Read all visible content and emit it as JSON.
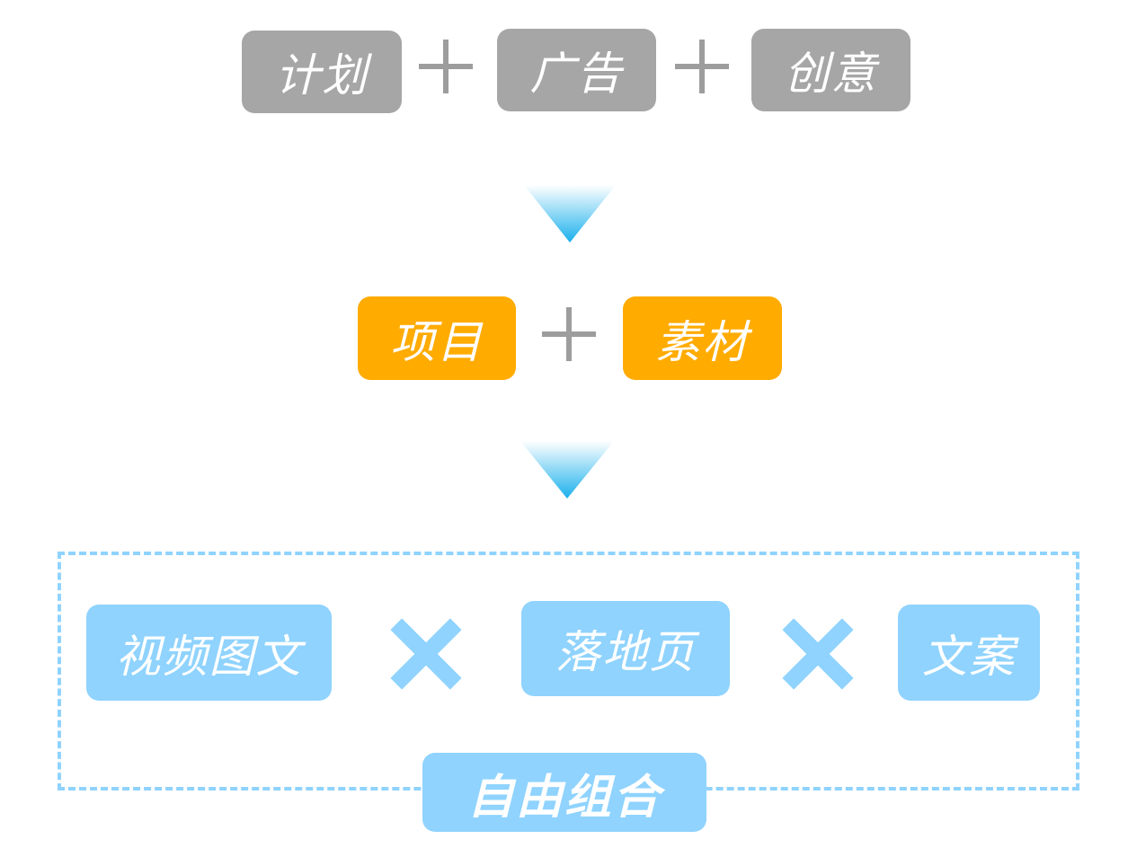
{
  "row1": {
    "plan": "计划",
    "ad": "广告",
    "creative": "创意"
  },
  "row2": {
    "project": "项目",
    "material": "素材"
  },
  "row3": {
    "video_image_text": "视频图文",
    "landing_page": "落地页",
    "copywriting": "文案"
  },
  "group_label": "自由组合",
  "colors": {
    "gray": "#a6a6a6",
    "orange": "#ffab00",
    "blue": "#8fd3fe",
    "arrow_top": "#e6f7ff",
    "arrow_bottom": "#1ab0ec"
  }
}
